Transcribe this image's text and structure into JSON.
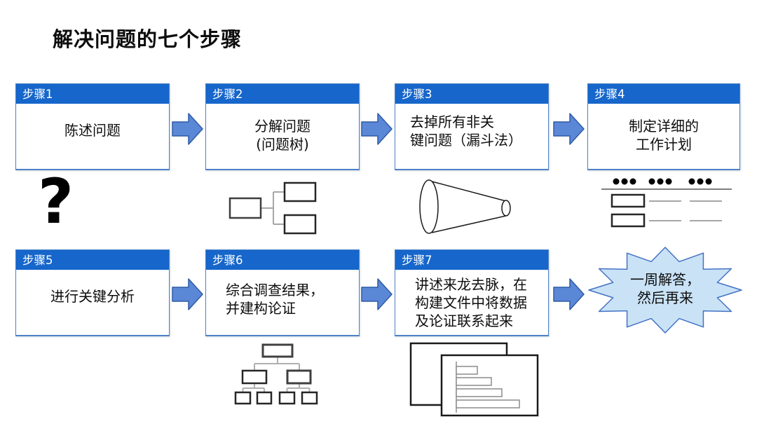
{
  "title": "解决问题的七个步骤",
  "question_mark": "?",
  "steps": [
    {
      "header": "步骤1",
      "body": "陈述问题"
    },
    {
      "header": "步骤2",
      "body": "分解问题\n(问题树)"
    },
    {
      "header": "步骤3",
      "body": "去掉所有非关\n键问题（漏斗法）"
    },
    {
      "header": "步骤4",
      "body": "制定详细的\n工作计划"
    },
    {
      "header": "步骤5",
      "body": "进行关键分析"
    },
    {
      "header": "步骤6",
      "body": "综合调查结果，\n并建构论证"
    },
    {
      "header": "步骤7",
      "body": "讲述来龙去脉，在\n构建文件中将数据\n及论证联系起来"
    }
  ],
  "result": {
    "text": "一周解答，\n然后再来"
  },
  "icons": {
    "step1": "question-mark-icon",
    "step2": "issue-tree-icon",
    "step3": "funnel-icon",
    "step4": "work-plan-icon",
    "step6": "org-chart-icon",
    "step7": "report-slides-icon",
    "flow": "right-arrow-icon",
    "result": "starburst-shape"
  },
  "colors": {
    "header_blue": "#1666cb",
    "box_border": "#4f81c7",
    "arrow_fill": "#5b87d7",
    "arrow_stroke": "#2e5ca6",
    "burst_fill": "#c9e2f6",
    "burst_stroke": "#4472c4",
    "connector_gray": "#a6a6a6",
    "text": "#000000"
  }
}
